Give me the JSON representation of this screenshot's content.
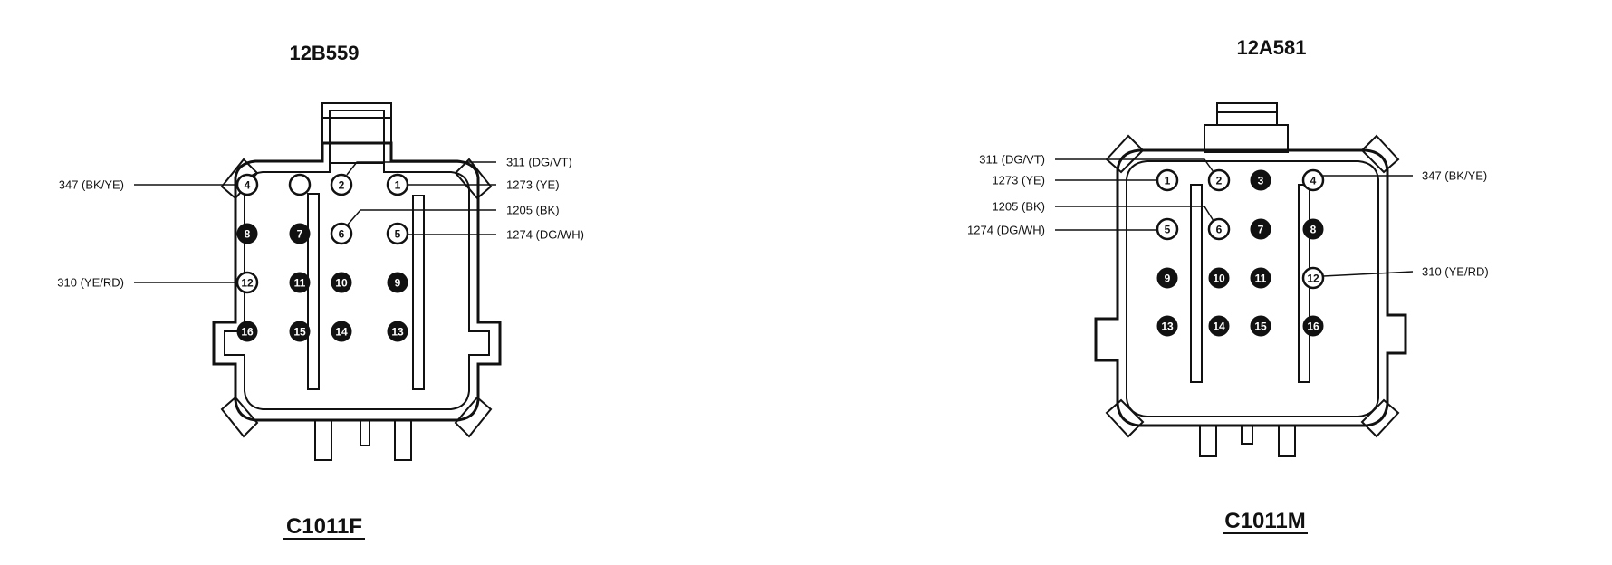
{
  "connectors": [
    {
      "part_number": "12B559",
      "connector_id": "C1011F",
      "pins": [
        {
          "n": "1",
          "filled": false
        },
        {
          "n": "2",
          "filled": false
        },
        {
          "n": "",
          "filled": false
        },
        {
          "n": "4",
          "filled": false
        },
        {
          "n": "5",
          "filled": false
        },
        {
          "n": "6",
          "filled": false
        },
        {
          "n": "7",
          "filled": true
        },
        {
          "n": "8",
          "filled": true
        },
        {
          "n": "9",
          "filled": true
        },
        {
          "n": "10",
          "filled": true
        },
        {
          "n": "11",
          "filled": true
        },
        {
          "n": "12",
          "filled": false
        },
        {
          "n": "13",
          "filled": true
        },
        {
          "n": "14",
          "filled": true
        },
        {
          "n": "15",
          "filled": true
        },
        {
          "n": "16",
          "filled": true
        }
      ],
      "wires": [
        {
          "label": "347 (BK/YE)",
          "pin": "4"
        },
        {
          "label": "311 (DG/VT)",
          "pin": "2"
        },
        {
          "label": "1273 (YE)",
          "pin": "1"
        },
        {
          "label": "1205 (BK)",
          "pin": "6"
        },
        {
          "label": "1274 (DG/WH)",
          "pin": "5"
        },
        {
          "label": "310 (YE/RD)",
          "pin": "12"
        }
      ]
    },
    {
      "part_number": "12A581",
      "connector_id": "C1011M",
      "pins": [
        {
          "n": "1",
          "filled": false
        },
        {
          "n": "2",
          "filled": false
        },
        {
          "n": "3",
          "filled": true
        },
        {
          "n": "4",
          "filled": false
        },
        {
          "n": "5",
          "filled": false
        },
        {
          "n": "6",
          "filled": false
        },
        {
          "n": "7",
          "filled": true
        },
        {
          "n": "8",
          "filled": true
        },
        {
          "n": "9",
          "filled": true
        },
        {
          "n": "10",
          "filled": true
        },
        {
          "n": "11",
          "filled": true
        },
        {
          "n": "12",
          "filled": false
        },
        {
          "n": "13",
          "filled": true
        },
        {
          "n": "14",
          "filled": true
        },
        {
          "n": "15",
          "filled": true
        },
        {
          "n": "16",
          "filled": true
        }
      ],
      "wires": [
        {
          "label": "311 (DG/VT)",
          "pin": "2"
        },
        {
          "label": "1273 (YE)",
          "pin": "1"
        },
        {
          "label": "1205 (BK)",
          "pin": "6"
        },
        {
          "label": "1274 (DG/WH)",
          "pin": "5"
        },
        {
          "label": "347 (BK/YE)",
          "pin": "4"
        },
        {
          "label": "310 (YE/RD)",
          "pin": "12"
        }
      ]
    }
  ]
}
